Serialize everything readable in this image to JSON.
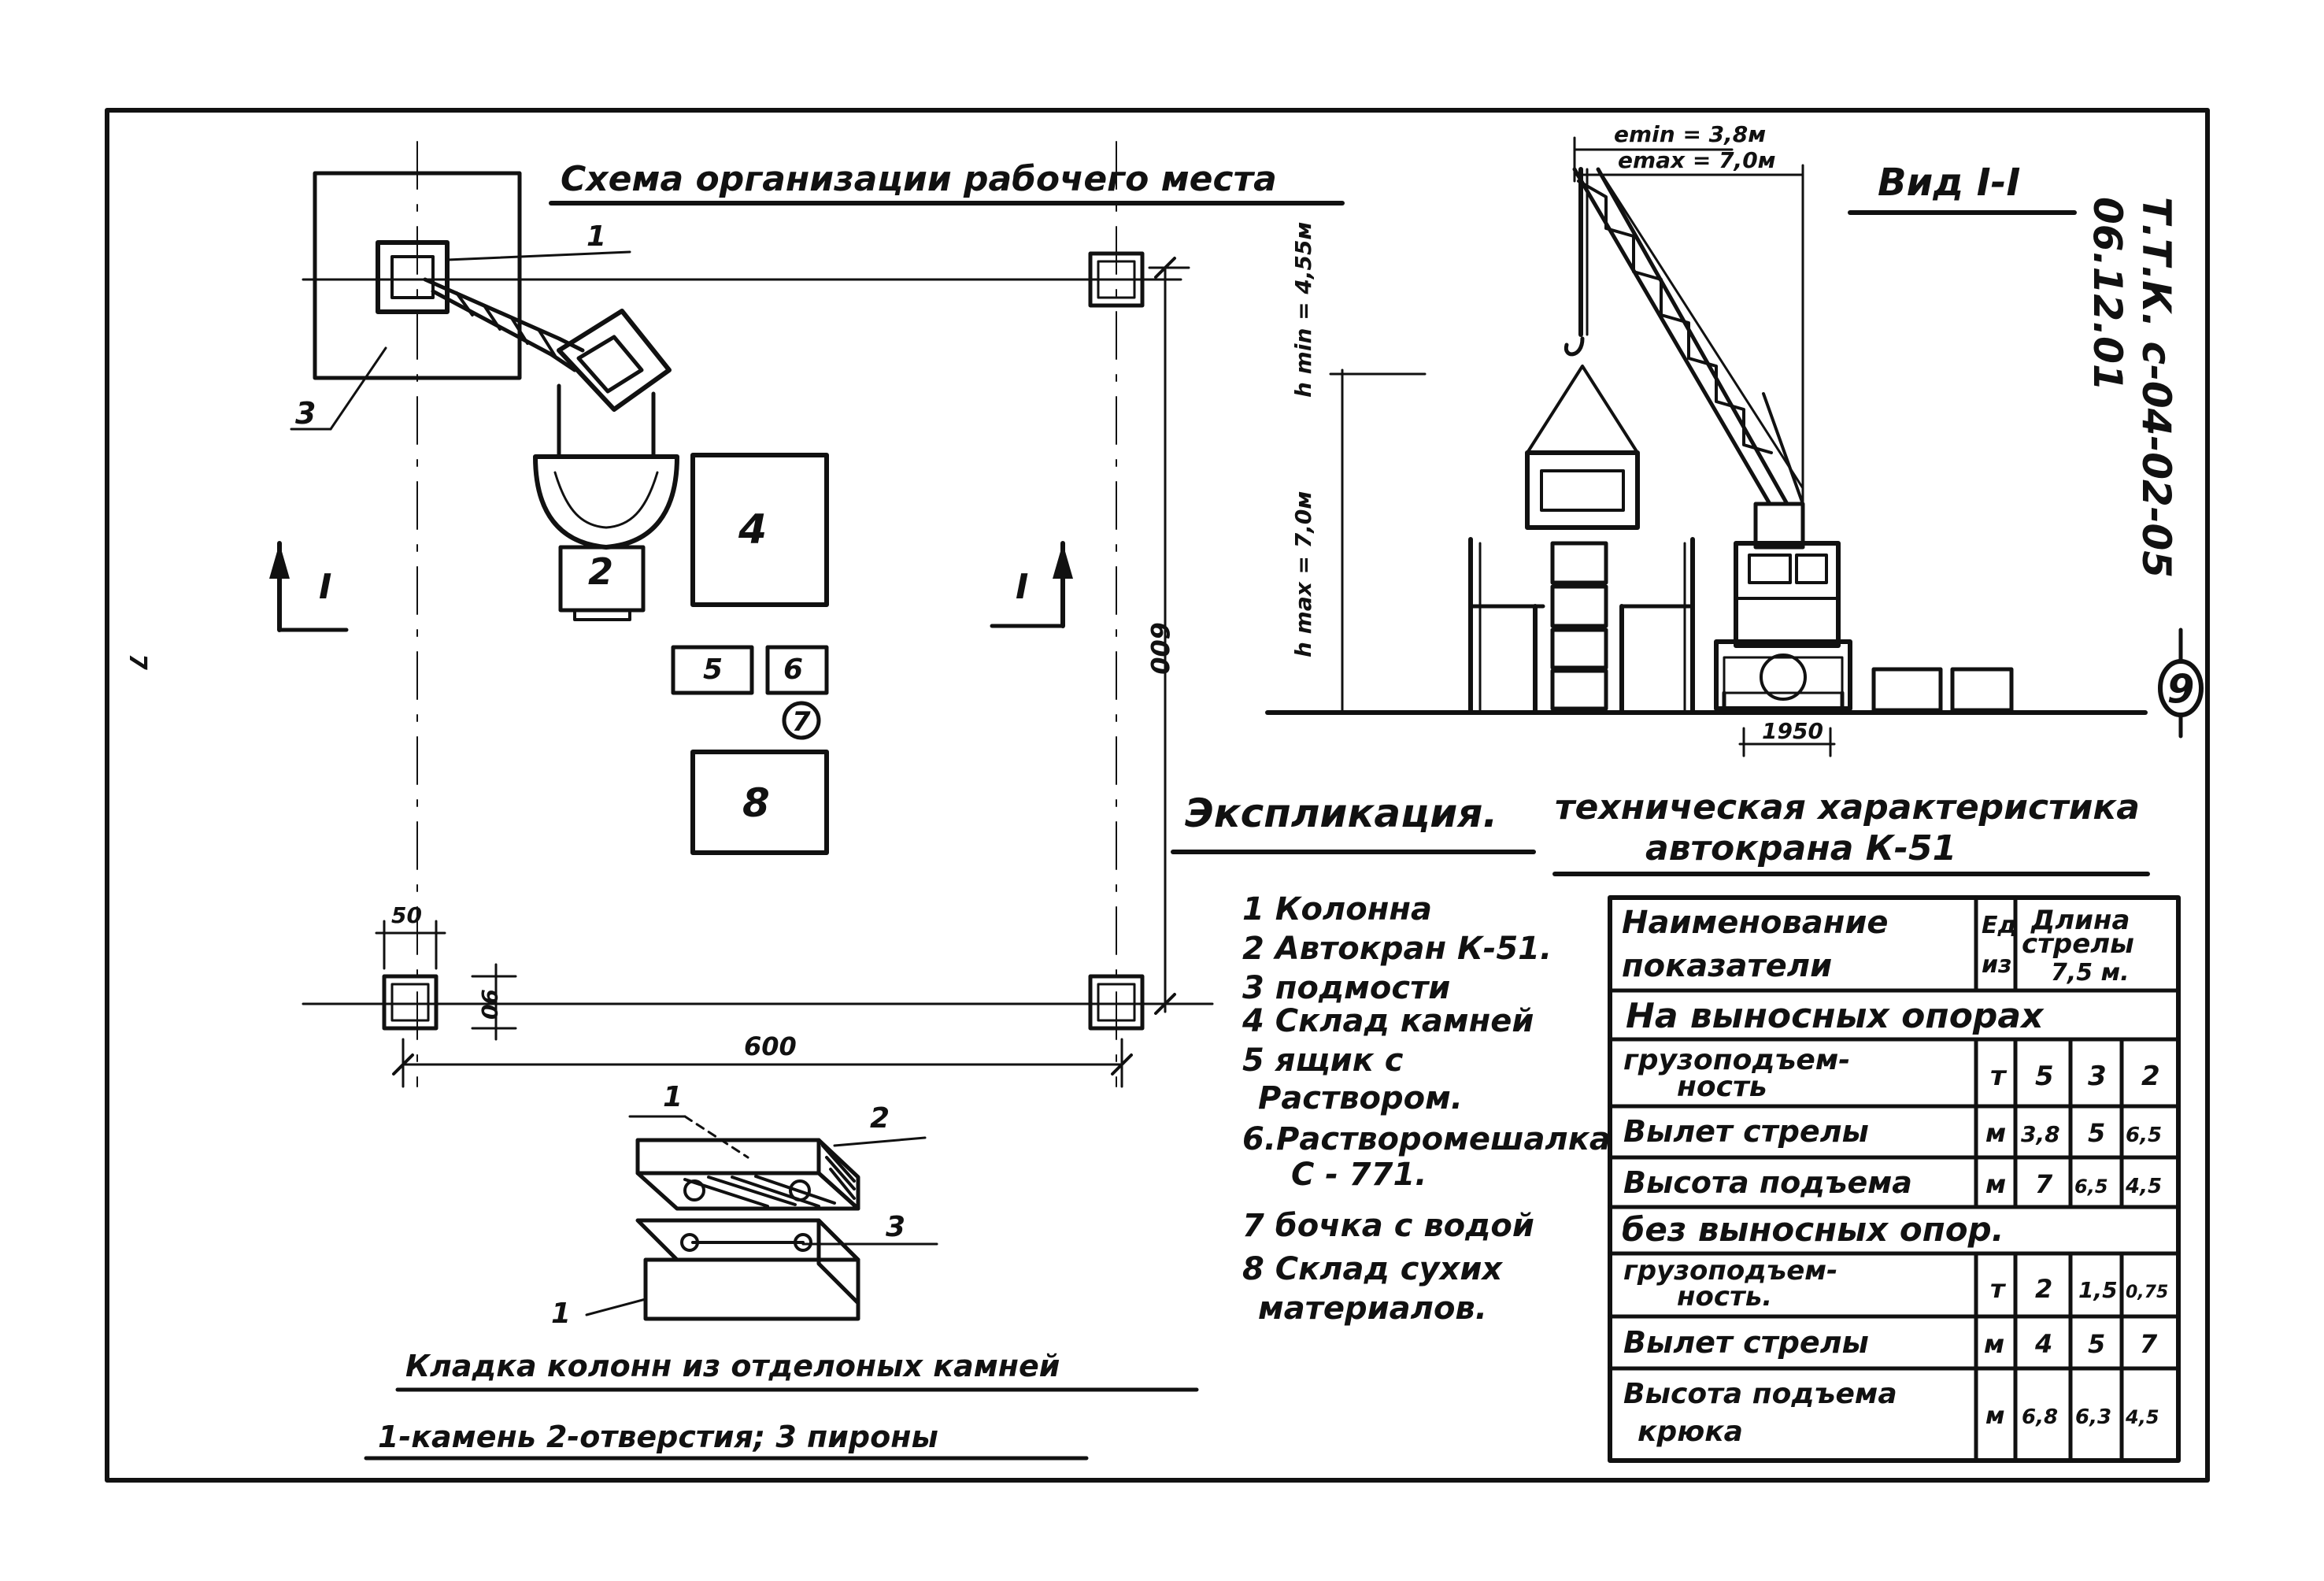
{
  "page_number_left": "7",
  "doc_code": "Т.Т.К. с-04-02-05",
  "doc_code_2": "06.12.01",
  "sheet_number": "9",
  "plan": {
    "title": "Схема организации рабочего места",
    "labels": {
      "n1": "1",
      "n2": "2",
      "n3": "3",
      "n4": "4",
      "n5": "5",
      "n6": "6",
      "n7": "7",
      "n8": "8"
    },
    "section_mark_left": "I",
    "section_mark_right": "I",
    "dim_600_horizontal": "600",
    "dim_600_vertical": "600",
    "dim_50": "50",
    "dim_90": "90"
  },
  "elevation": {
    "title": "Вид I-I",
    "emin": "emin = 3,8м",
    "emax": "emax = 7,0м",
    "hmin": "h min = 4,55м",
    "hmax": "h max = 7,0м",
    "dim_1950": "1950"
  },
  "detail": {
    "labels": {
      "d1a": "1",
      "d2": "2",
      "d3": "3",
      "d1b": "1"
    },
    "caption_1": "Кладка колонн из отделоных камней",
    "caption_2": "1-камень 2-отверстия; 3 пироны"
  },
  "legend": {
    "title": "Экспликация.",
    "items": [
      "1 Колонна",
      "2 Автокран К-51.",
      "3 подмости",
      "4 Склад камней",
      "5 ящик с",
      "Раствором.",
      "6.Растворомешалка",
      "С - 771.",
      "7 бочка с водой",
      "8 Склад сухих",
      "материалов."
    ]
  },
  "specs": {
    "title_1": "техническая характеристика",
    "title_2": "автокрана К-51",
    "header": {
      "name_1": "Наименование",
      "name_2": "показатели",
      "unit_1": "Ед",
      "unit_2": "из",
      "boom_1": "Длина",
      "boom_2": "стрелы",
      "boom_3": "7,5 м."
    },
    "section_1": "На выносных опорах",
    "section_2": "без выносных опор.",
    "rows_1": [
      {
        "name_1": "грузоподъем-",
        "name_2": "ность",
        "unit": "т",
        "v1": "5",
        "v2": "3",
        "v3": "2"
      },
      {
        "name_1": "Вылет стрелы",
        "name_2": "",
        "unit": "м",
        "v1": "3,8",
        "v2": "5",
        "v3": "6,5"
      },
      {
        "name_1": "Высота подъема",
        "name_2": "",
        "unit": "м",
        "v1": "7",
        "v2": "6,5",
        "v3": "4,5"
      }
    ],
    "rows_2": [
      {
        "name_1": "грузоподъем-",
        "name_2": "ность.",
        "unit": "т",
        "v1": "2",
        "v2": "1,5",
        "v3": "0,75"
      },
      {
        "name_1": "Вылет стрелы",
        "name_2": "",
        "unit": "м",
        "v1": "4",
        "v2": "5",
        "v3": "7"
      },
      {
        "name_1": "Высота подъема",
        "name_2": "крюка",
        "unit": "м",
        "v1": "6,8",
        "v2": "6,3",
        "v3": "4,5"
      }
    ]
  }
}
